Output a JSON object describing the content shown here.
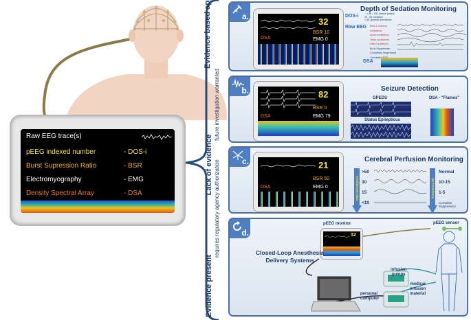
{
  "main_monitor": {
    "rows": [
      {
        "label": "Raw EEG trace(s)",
        "abbr": "",
        "color": "#ffffff"
      },
      {
        "label": "pEEG indexed number",
        "abbr": "DOS-i",
        "color": "#f5e23a"
      },
      {
        "label": "Burst Supression Ratio",
        "abbr": "BSR",
        "color": "#f5b325"
      },
      {
        "label": "Electromyography",
        "abbr": "EMG",
        "color": "#ffffff"
      },
      {
        "label": "Density Spectral Array",
        "abbr": "DSA",
        "color": "#f27a20"
      }
    ],
    "dash": "-"
  },
  "groups": {
    "evidence_based": "Evidence based application",
    "future": "future investigation warranted",
    "lack": "Lack of evidence",
    "requires": "requires regulatory agency authorization",
    "present": "Evidence present"
  },
  "panel_a": {
    "letter": "a.",
    "title": "Depth of Sedation Monitoring",
    "monitor": {
      "number": "32",
      "bsr": "BSR 10",
      "emg": "EMG 0",
      "dsa": "DSA"
    },
    "dos_label": "DOS-i",
    "dos_legend": [
      "~ > 80 - 100: awake patient",
      "40 - 60: sedation",
      "< 40: general anesthesia"
    ],
    "raw_eeg_label": "Raw EEG",
    "raw_rows": [
      "Beta & Gamma oscillations",
      "Alpha oscillations",
      "Theta oscillations",
      "Delta oscillations",
      "Burst Suppression",
      "Completely Suppressed / Isoelectric EEG"
    ],
    "dsa_label": "DSA"
  },
  "panel_b": {
    "letter": "b.",
    "title": "Seizure Detection",
    "monitor": {
      "number": "82",
      "bsr": "BSR 0",
      "emg": "EMG 79",
      "dsa": "DSA"
    },
    "gpeds": "GPEDS",
    "status": "Status Epilepticus",
    "dsa_flames": "DSA - \"Flames\""
  },
  "panel_c": {
    "letter": "c.",
    "title": "Cerebral Perfusion Monitoring",
    "monitor": {
      "number": "21",
      "bsr": "BSR 50",
      "emg": "EMG 0",
      "dsa": "DSA"
    },
    "left_values": [
      ">50",
      "30",
      "15",
      "<10"
    ],
    "right_values": [
      "Normal",
      "10-15",
      "1-5",
      "Complete Suppression"
    ],
    "left_arrow": "CBF ml/100g/min",
    "right_arrow": "Frequency Hz"
  },
  "panel_d": {
    "letter": "d.",
    "pEEG_monitor": "pEEG monitor",
    "pEEG_sensor": "pEEG sensor",
    "closed_loop": [
      "Closed-Loop Anesthesia",
      "Delivery Systems"
    ],
    "monitor_number": "32",
    "infusion": [
      "infusion",
      "pumps"
    ],
    "material": [
      "medical",
      "infusion",
      "material"
    ],
    "personal": [
      "personal",
      "computer"
    ]
  }
}
